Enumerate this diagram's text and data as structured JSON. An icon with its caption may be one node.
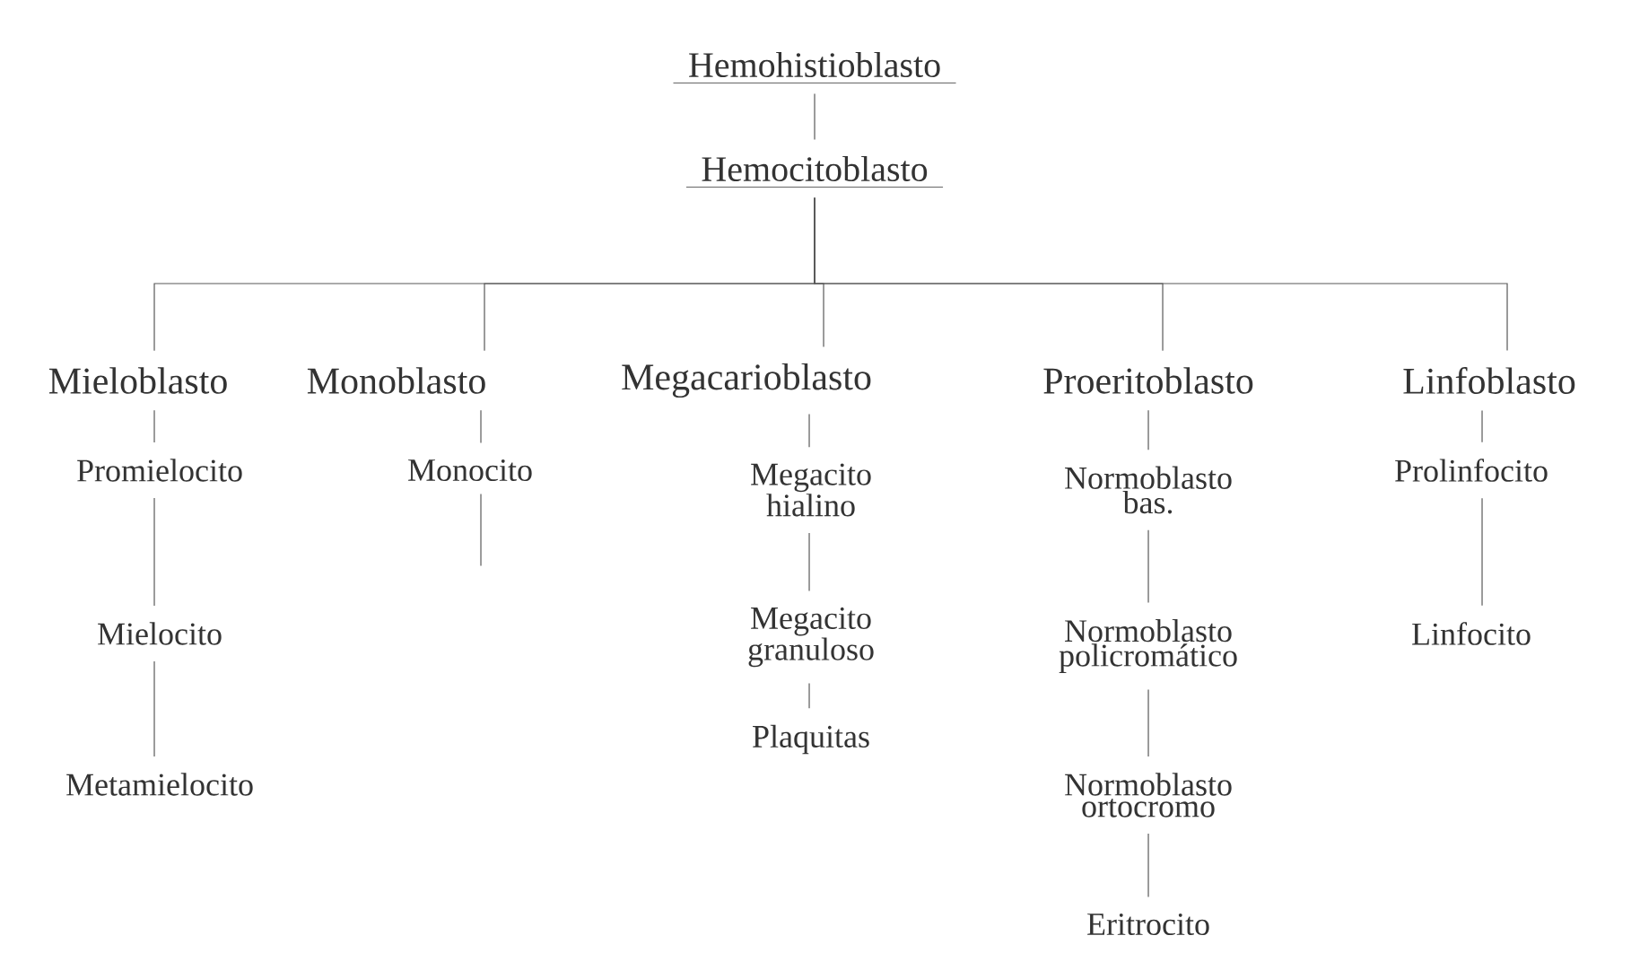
{
  "diagram": {
    "nodes": [
      {
        "text": [
          "Hemohistioblasto"
        ]
      },
      {
        "text": [
          "Hemocitoblasto"
        ]
      },
      {
        "text": [
          "Mieloblasto"
        ]
      },
      {
        "text": [
          "Monoblasto"
        ]
      },
      {
        "text": [
          "Megacarioblasto"
        ]
      },
      {
        "text": [
          "Proeritoblasto"
        ]
      },
      {
        "text": [
          "Linfoblasto"
        ]
      },
      {
        "text": [
          "Promielocito"
        ]
      },
      {
        "text": [
          "Mielocito"
        ]
      },
      {
        "text": [
          "Metamielocito"
        ]
      },
      {
        "text": [
          "Monocito"
        ]
      },
      {
        "text": [
          "Megacito hialino"
        ]
      },
      {
        "text": [
          "Megacito granuloso"
        ]
      },
      {
        "text": [
          "Plaquitas"
        ]
      },
      {
        "text": [
          "Normoblasto bas."
        ]
      },
      {
        "text": [
          "Normoblasto policromático"
        ]
      },
      {
        "text": [
          "Normoblasto ortocromo"
        ]
      },
      {
        "text": [
          "Eritrocito"
        ]
      },
      {
        "text": [
          "Prolinfocito"
        ]
      },
      {
        "text": [
          "Linfocito"
        ]
      }
    ],
    "edges": [
      {
        "from": 0,
        "to": 1,
        "arrow": "none"
      },
      {
        "from": 1,
        "to": 2,
        "arrow": "none"
      },
      {
        "from": 1,
        "to": 3,
        "arrow": "none"
      },
      {
        "from": 1,
        "to": 4,
        "arrow": "none"
      },
      {
        "from": 1,
        "to": 5,
        "arrow": "none"
      },
      {
        "from": 1,
        "to": 6,
        "arrow": "none"
      },
      {
        "from": 2,
        "to": 7,
        "arrow": "none"
      },
      {
        "from": 7,
        "to": 8,
        "arrow": "none"
      },
      {
        "from": 8,
        "to": 9,
        "arrow": "none"
      },
      {
        "from": 3,
        "to": 10,
        "arrow": "none"
      },
      {
        "from": 10,
        "to": null,
        "arrow": "none"
      },
      {
        "from": 4,
        "to": 11,
        "arrow": "none"
      },
      {
        "from": 11,
        "to": 12,
        "arrow": "none"
      },
      {
        "from": 12,
        "to": 13,
        "arrow": "none"
      },
      {
        "from": 5,
        "to": 14,
        "arrow": "none"
      },
      {
        "from": 14,
        "to": 15,
        "arrow": "none"
      },
      {
        "from": 15,
        "to": 16,
        "arrow": "none"
      },
      {
        "from": 16,
        "to": 17,
        "arrow": "none"
      },
      {
        "from": 6,
        "to": 18,
        "arrow": "none"
      },
      {
        "from": 18,
        "to": 19,
        "arrow": "none"
      }
    ]
  }
}
